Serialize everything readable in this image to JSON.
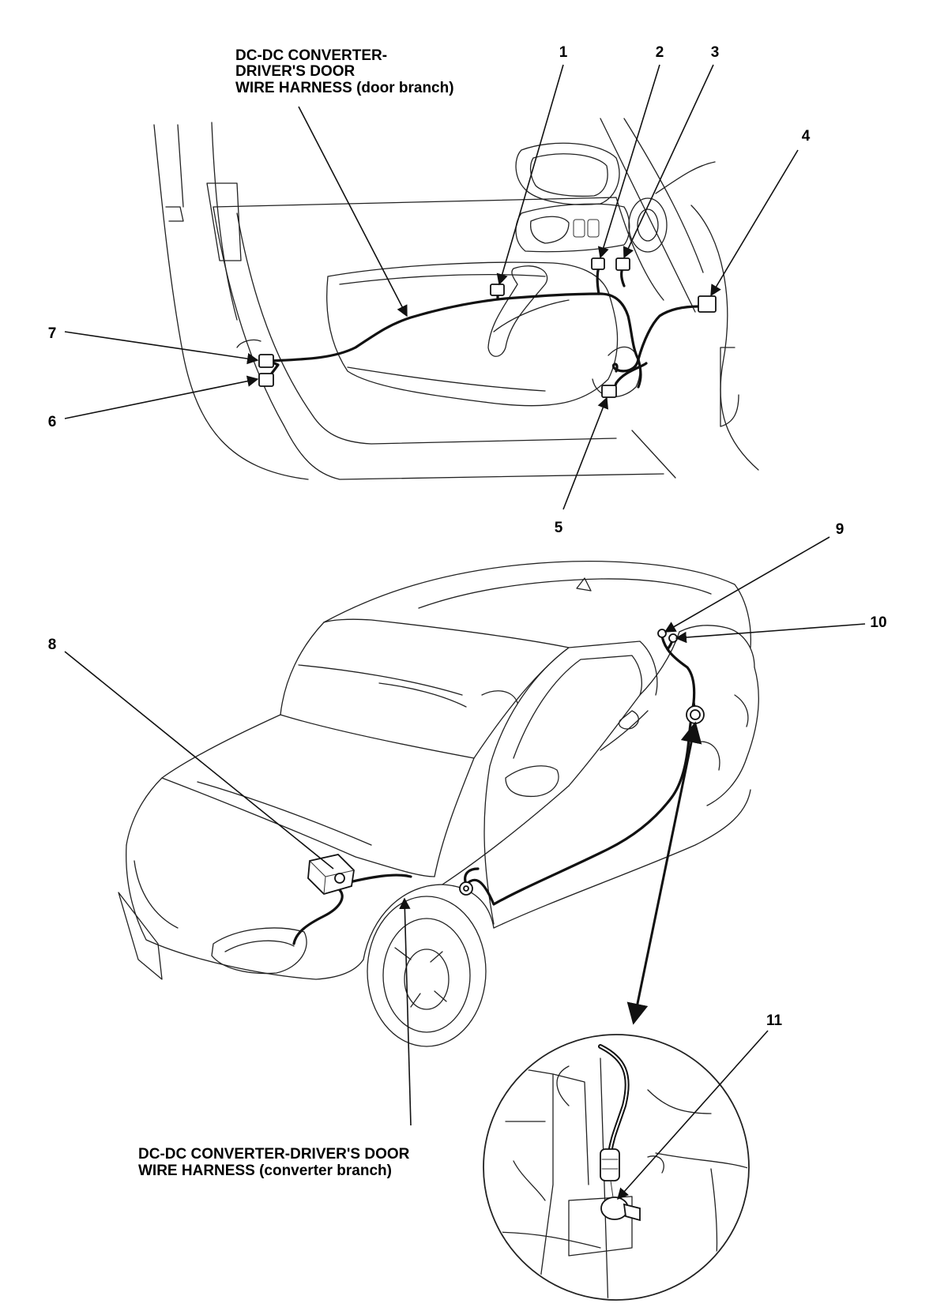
{
  "labels": {
    "door_branch": [
      "DC-DC CONVERTER-",
      "DRIVER'S DOOR",
      "WIRE HARNESS (door branch)"
    ],
    "converter_branch": [
      "DC-DC CONVERTER-DRIVER'S DOOR",
      "WIRE HARNESS (converter branch)"
    ]
  },
  "callouts": [
    "1",
    "2",
    "3",
    "4",
    "5",
    "6",
    "7",
    "8",
    "9",
    "10",
    "11"
  ]
}
